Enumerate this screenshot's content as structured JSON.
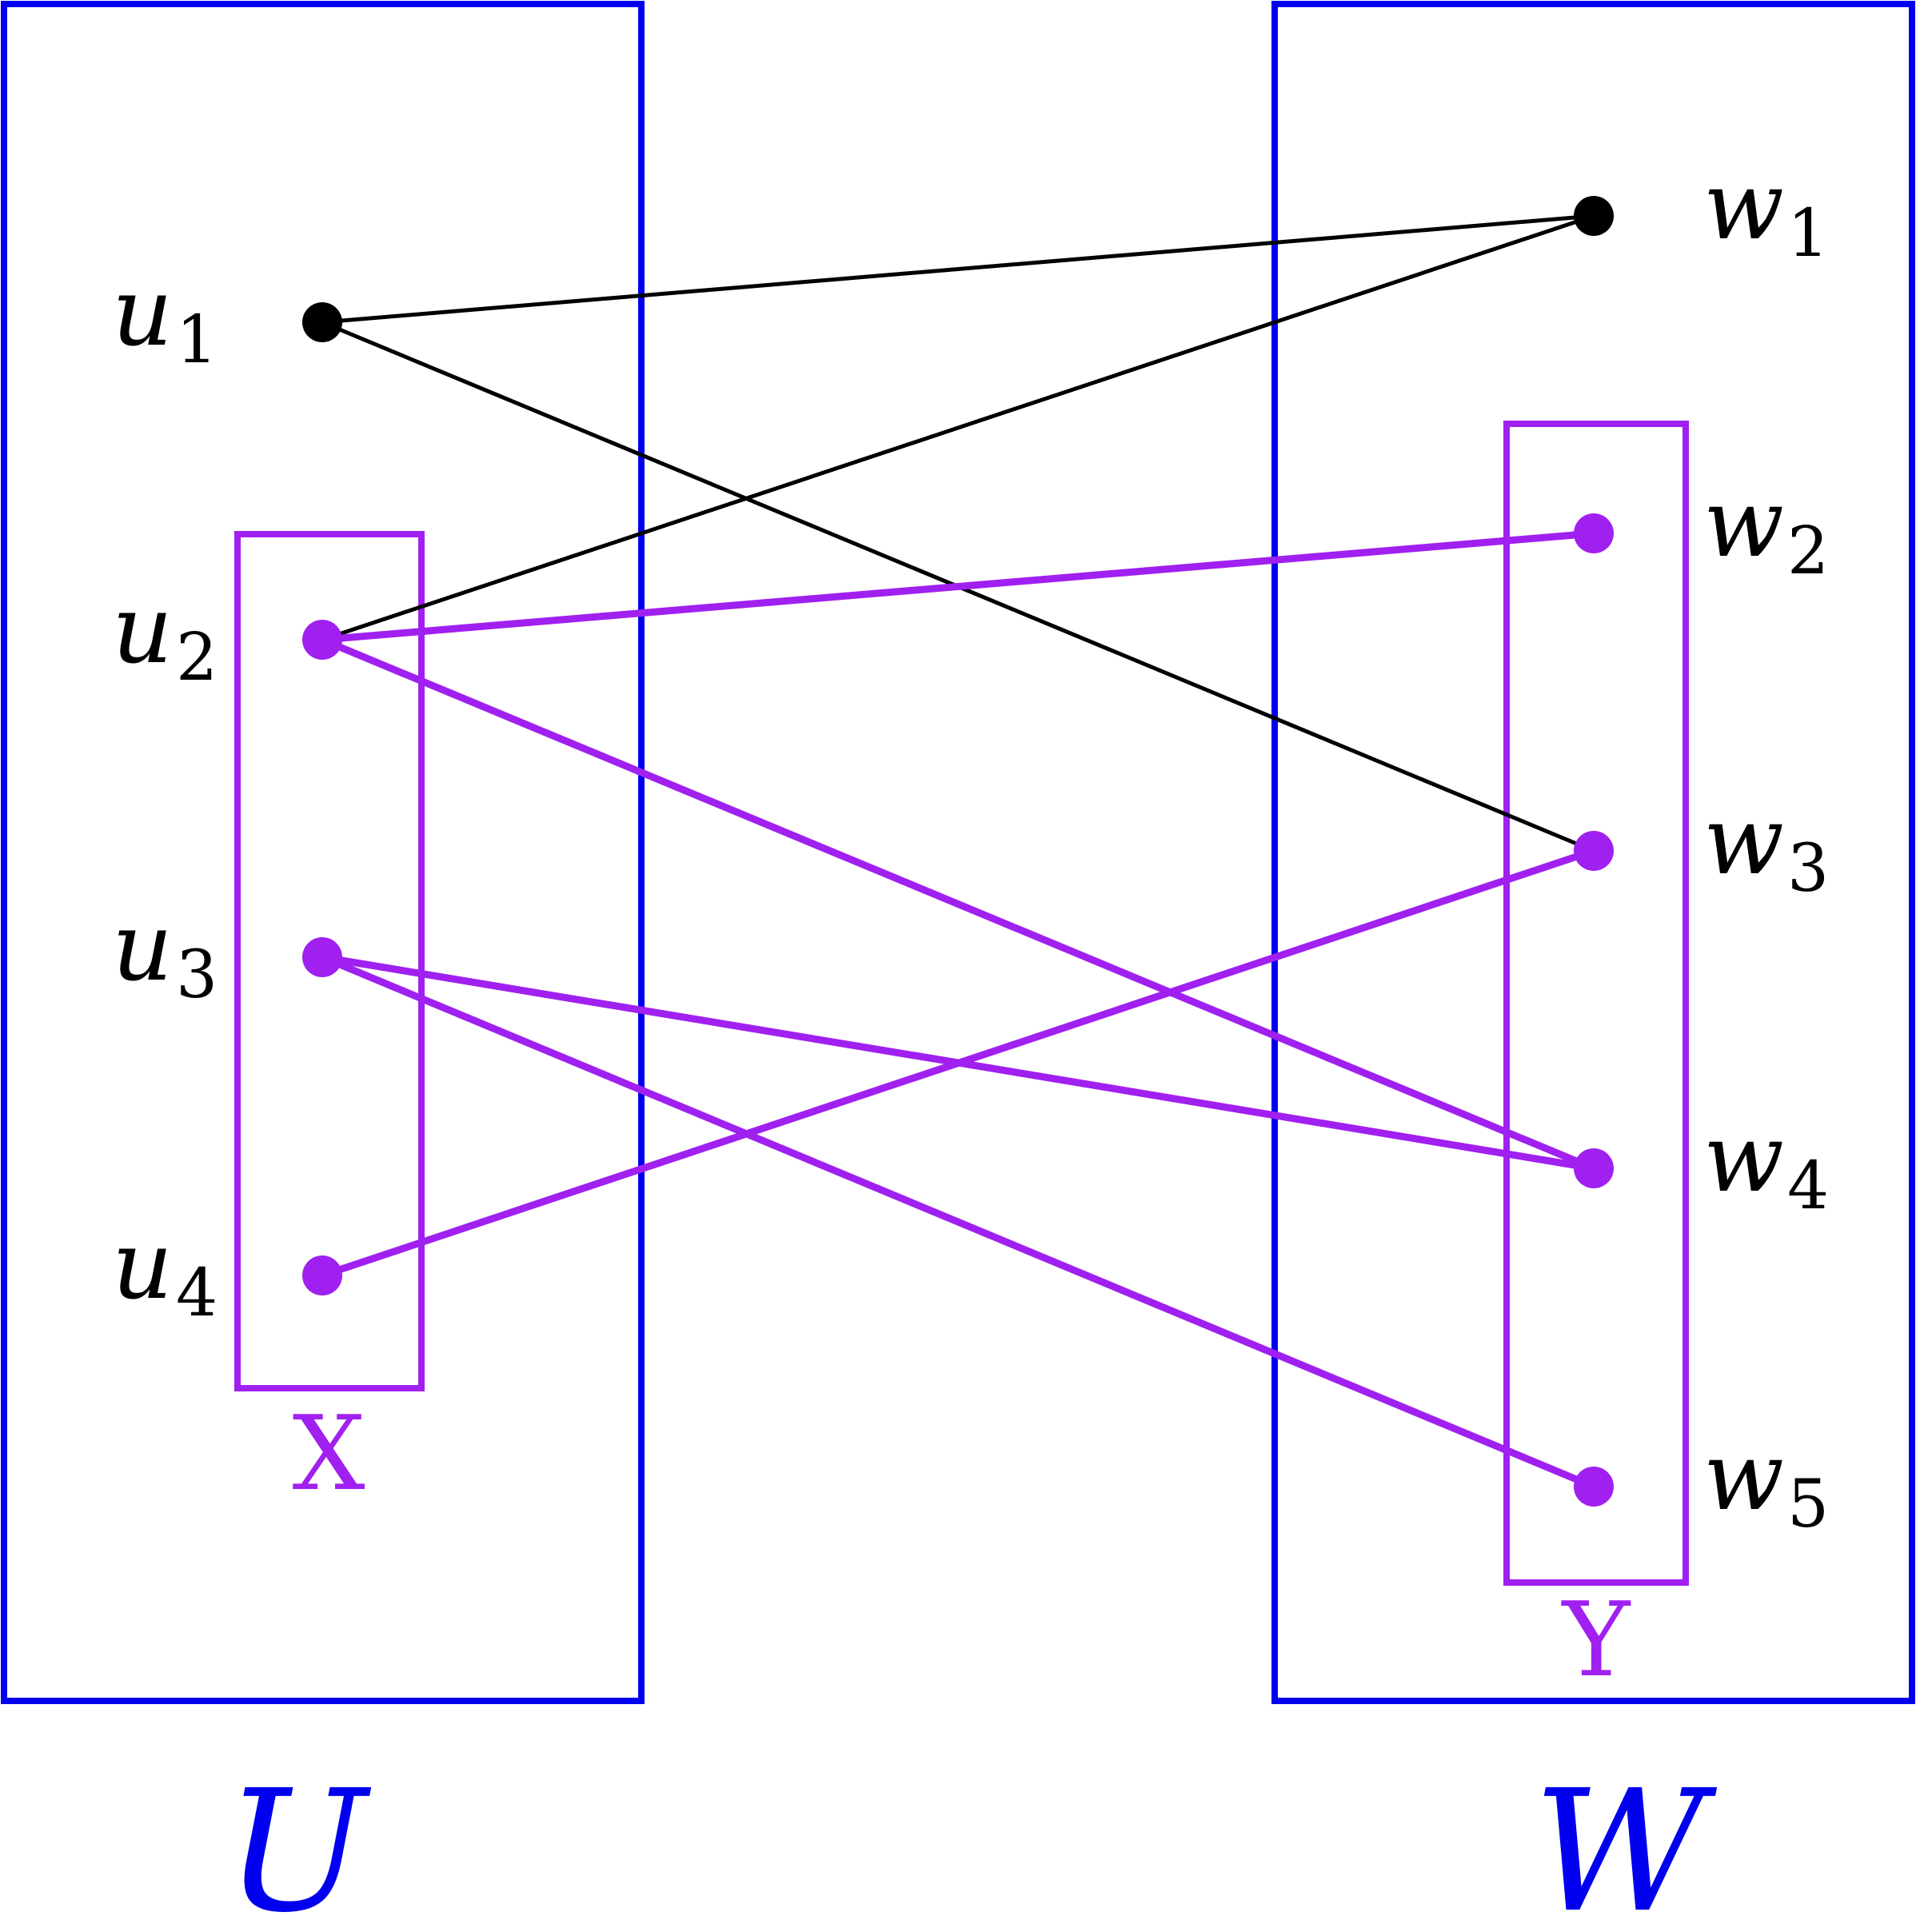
{
  "colors": {
    "partition": "#0000ee",
    "subset": "#a020f0",
    "edge_default": "#000000",
    "background": "#ffffff"
  },
  "partitions": [
    {
      "id": "U",
      "label": "U"
    },
    {
      "id": "W",
      "label": "W"
    }
  ],
  "subsets": [
    {
      "id": "X",
      "label": "X"
    },
    {
      "id": "Y",
      "label": "Y"
    }
  ],
  "vertices": [
    {
      "id": "u1",
      "base": "u",
      "sub": "1",
      "highlighted": false
    },
    {
      "id": "u2",
      "base": "u",
      "sub": "2",
      "highlighted": true
    },
    {
      "id": "u3",
      "base": "u",
      "sub": "3",
      "highlighted": true
    },
    {
      "id": "u4",
      "base": "u",
      "sub": "4",
      "highlighted": true
    },
    {
      "id": "w1",
      "base": "w",
      "sub": "1",
      "highlighted": false
    },
    {
      "id": "w2",
      "base": "w",
      "sub": "2",
      "highlighted": true
    },
    {
      "id": "w3",
      "base": "w",
      "sub": "3",
      "highlighted": true
    },
    {
      "id": "w4",
      "base": "w",
      "sub": "4",
      "highlighted": true
    },
    {
      "id": "w5",
      "base": "w",
      "sub": "5",
      "highlighted": true
    }
  ],
  "edges": [
    {
      "from": "u1",
      "to": "w1",
      "highlighted": false
    },
    {
      "from": "u1",
      "to": "w3",
      "highlighted": false
    },
    {
      "from": "u2",
      "to": "w1",
      "highlighted": false
    },
    {
      "from": "u2",
      "to": "w2",
      "highlighted": true
    },
    {
      "from": "u2",
      "to": "w4",
      "highlighted": true
    },
    {
      "from": "u3",
      "to": "w4",
      "highlighted": true
    },
    {
      "from": "u3",
      "to": "w5",
      "highlighted": true
    },
    {
      "from": "u4",
      "to": "w3",
      "highlighted": true
    }
  ]
}
